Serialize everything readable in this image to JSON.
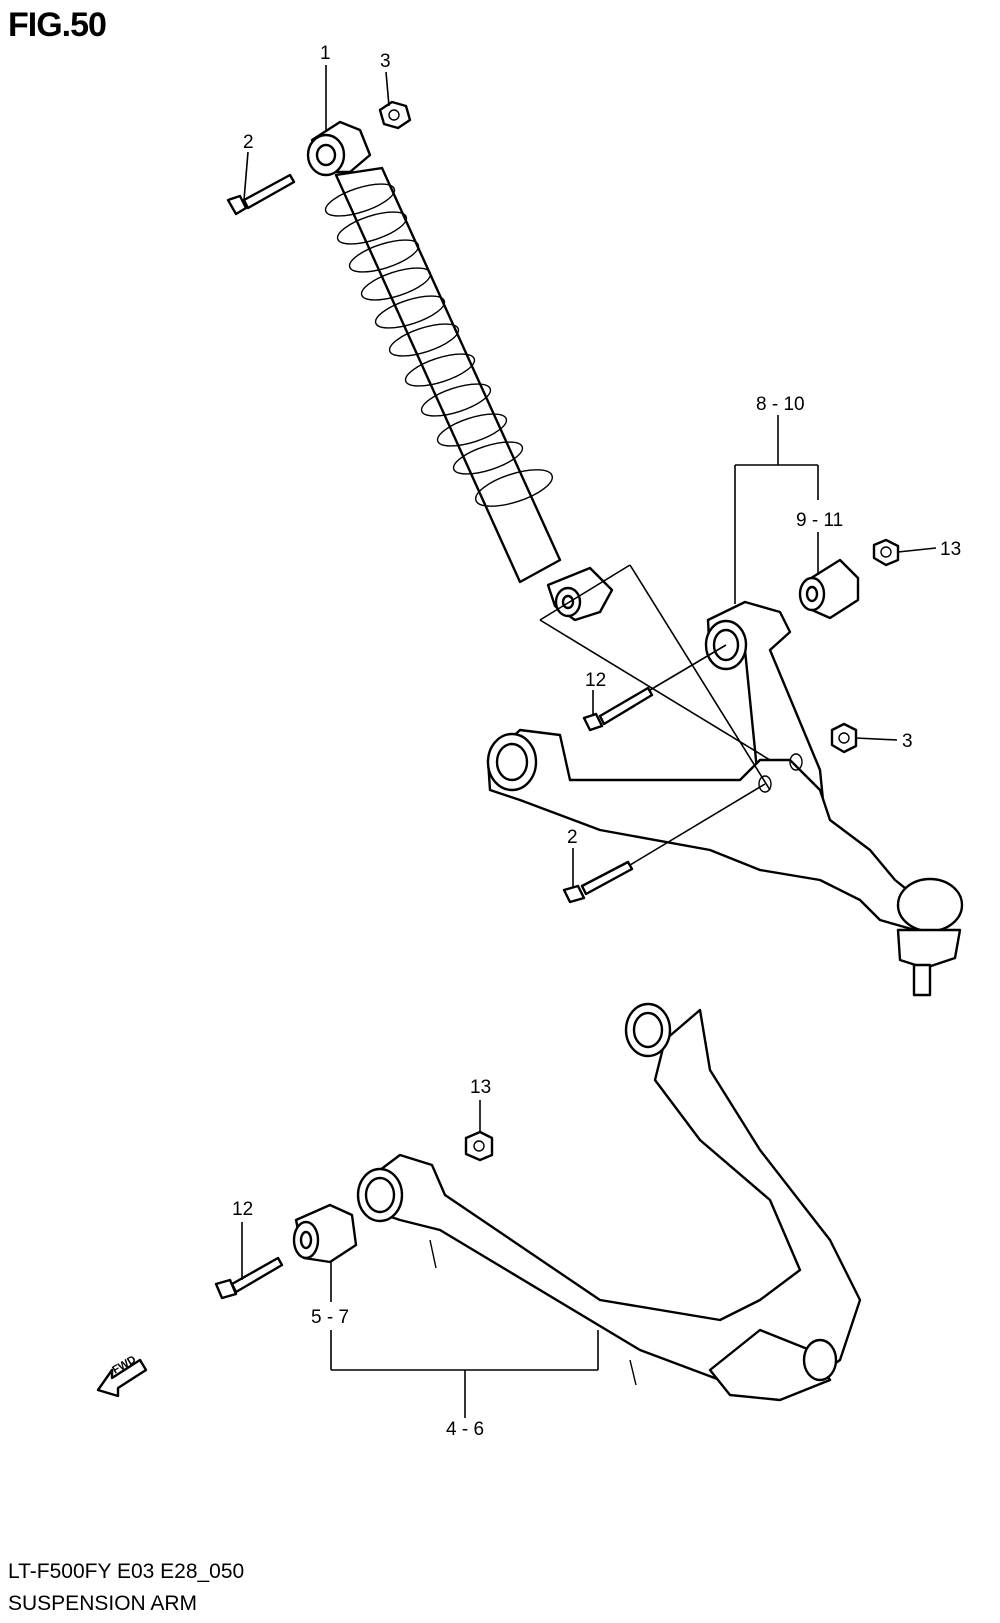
{
  "figure": {
    "title": "FIG.50"
  },
  "callouts": {
    "c1": "1",
    "c3_top": "3",
    "c2_top": "2",
    "c8_10": "8 - 10",
    "c9_11": "9 - 11",
    "c13_right": "13",
    "c12_mid": "12",
    "c3_mid": "3",
    "c2_mid": "2",
    "c13_low": "13",
    "c12_low": "12",
    "c5_7": "5 - 7",
    "c4_6": "4 - 6"
  },
  "fwd_marker": {
    "text": "FWD",
    "icon": "fwd-arrow-icon"
  },
  "footer": {
    "model_code": "LT-F500FY E03 E28_050",
    "caption": "SUSPENSION ARM"
  }
}
